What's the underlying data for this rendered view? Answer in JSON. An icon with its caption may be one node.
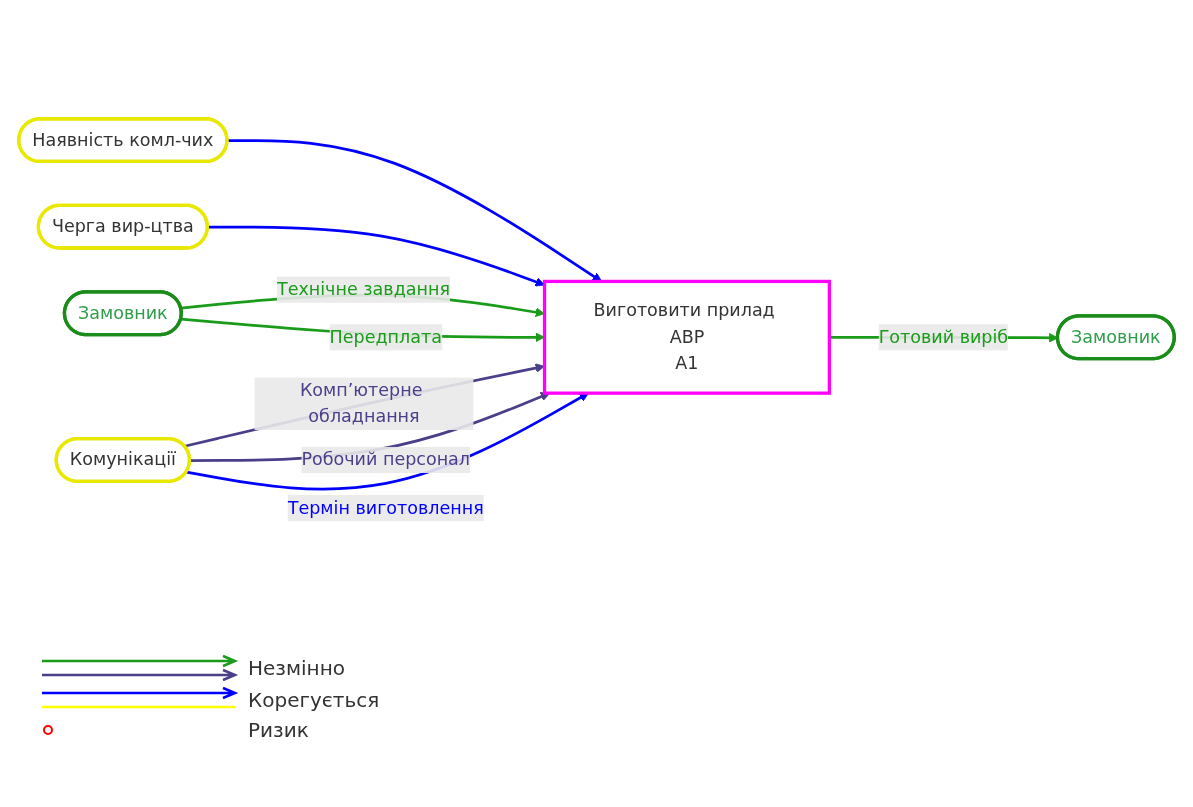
{
  "diagram": {
    "nodes": [
      {
        "text": [
          "Наявність комл-чих"
        ]
      },
      {
        "text": [
          "Черга вир-цтва"
        ]
      },
      {
        "text": [
          "Замовник"
        ]
      },
      {
        "text": [
          "Виготовити прилад АВР",
          "A1"
        ]
      },
      {
        "text": [
          "Замовник"
        ]
      },
      {
        "text": [
          "Комунікації"
        ]
      }
    ],
    "edges": [
      {
        "from": 0,
        "to": 3,
        "arrow": "to",
        "color": "#0000ff"
      },
      {
        "from": 1,
        "to": 3,
        "arrow": "to",
        "color": "#0000ff"
      },
      {
        "from": 2,
        "to": 3,
        "arrow": "to",
        "label": "Технічне завдання",
        "color": "#1a9c1a"
      },
      {
        "from": 2,
        "to": 3,
        "arrow": "to",
        "label": "Передплата",
        "color": "#1a9c1a"
      },
      {
        "from": 3,
        "to": 4,
        "arrow": "to",
        "label": "Готовий виріб",
        "color": "#1a9c1a"
      },
      {
        "from": 5,
        "to": 3,
        "arrow": "to",
        "label": "Комп’ютерне обладнання",
        "color": "#4b3f8a"
      },
      {
        "from": 5,
        "to": 3,
        "arrow": "to",
        "label": "Робочий персонал",
        "color": "#4b3f8a"
      },
      {
        "from": 5,
        "to": 3,
        "arrow": "to",
        "label": "Термін виготовлення",
        "color": "#0000ff"
      }
    ],
    "legend": [
      {
        "text": "Незмінно"
      },
      {
        "text": "Корегується"
      },
      {
        "text": "Ризик"
      }
    ]
  }
}
